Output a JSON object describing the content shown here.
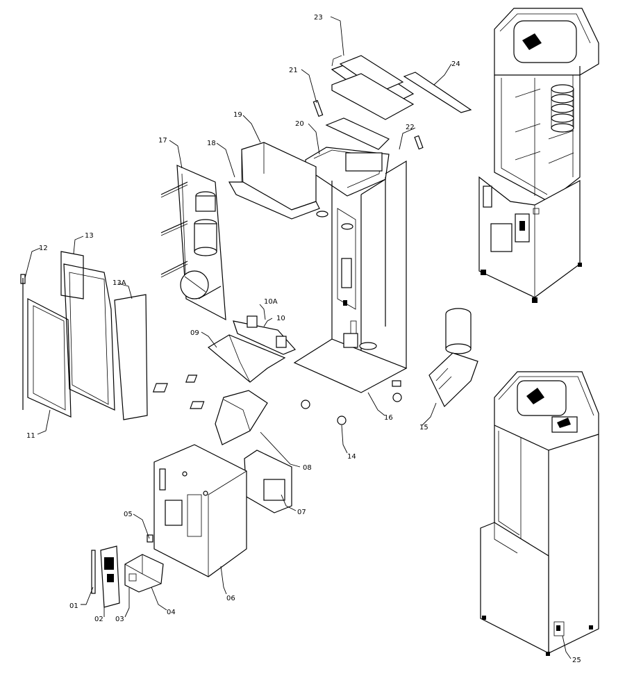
{
  "diagram": {
    "part_labels": {
      "p01": "01",
      "p02": "02",
      "p03": "03",
      "p04": "04",
      "p05": "05",
      "p06": "06",
      "p07": "07",
      "p08": "08",
      "p09": "09",
      "p10": "10",
      "p10a": "10A",
      "p11": "11",
      "p12": "12",
      "p13": "13",
      "p13a": "13A",
      "p14": "14",
      "p15": "15",
      "p16": "16",
      "p17": "17",
      "p18": "18",
      "p19": "19",
      "p20": "20",
      "p21": "21",
      "p22": "22",
      "p23": "23",
      "p24": "24",
      "p25": "25"
    }
  }
}
